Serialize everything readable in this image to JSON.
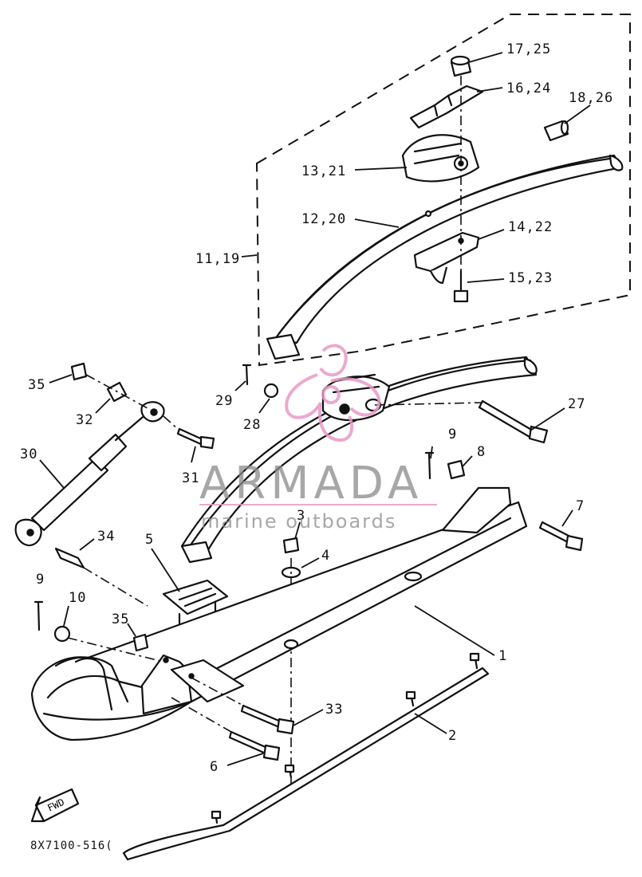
{
  "diagram": {
    "callouts": [
      {
        "id": "c1",
        "text": "17,25"
      },
      {
        "id": "c2",
        "text": "16,24"
      },
      {
        "id": "c3",
        "text": "18,26"
      },
      {
        "id": "c4",
        "text": "13,21"
      },
      {
        "id": "c5",
        "text": "12,20"
      },
      {
        "id": "c6",
        "text": "14,22"
      },
      {
        "id": "c7",
        "text": "11,19"
      },
      {
        "id": "c8",
        "text": "15,23"
      },
      {
        "id": "c9",
        "text": "35"
      },
      {
        "id": "c10",
        "text": "29"
      },
      {
        "id": "c11",
        "text": "32"
      },
      {
        "id": "c12",
        "text": "28"
      },
      {
        "id": "c13",
        "text": "27"
      },
      {
        "id": "c14",
        "text": "30"
      },
      {
        "id": "c15",
        "text": "31"
      },
      {
        "id": "c16",
        "text": "9"
      },
      {
        "id": "c17",
        "text": "8"
      },
      {
        "id": "c18",
        "text": "3"
      },
      {
        "id": "c19",
        "text": "7"
      },
      {
        "id": "c20",
        "text": "34"
      },
      {
        "id": "c21",
        "text": "5"
      },
      {
        "id": "c22",
        "text": "4"
      },
      {
        "id": "c23",
        "text": "9"
      },
      {
        "id": "c24",
        "text": "10"
      },
      {
        "id": "c25",
        "text": "35"
      },
      {
        "id": "c26",
        "text": "1"
      },
      {
        "id": "c27",
        "text": "33"
      },
      {
        "id": "c28",
        "text": "2"
      },
      {
        "id": "c29",
        "text": "6"
      }
    ],
    "fwd_label": "FWD",
    "drawing_code": "8X7100-516("
  },
  "watermark": {
    "brand": "ARMADA",
    "tagline": "marine outboards",
    "logo_color": "#e89ac7",
    "text_color": "#8a8a8a"
  }
}
